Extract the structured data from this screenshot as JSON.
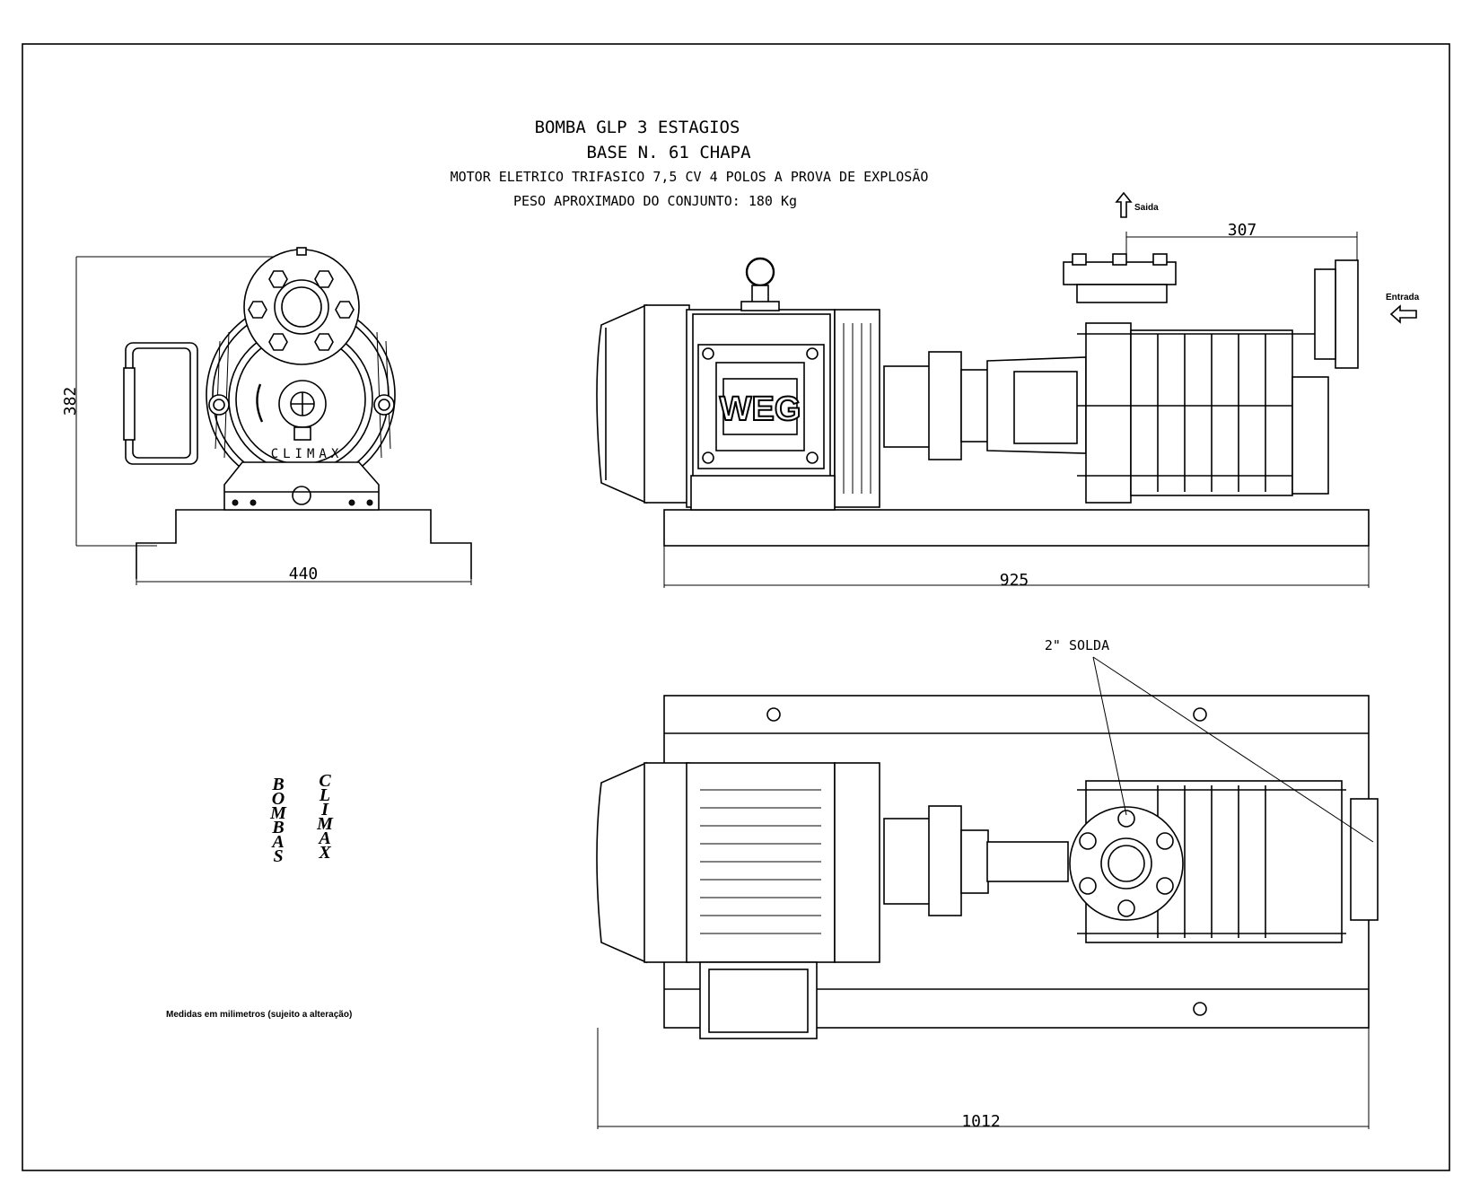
{
  "title": {
    "line1": "BOMBA GLP 3 ESTAGIOS",
    "line2": "BASE N. 61 CHAPA",
    "line3": "MOTOR ELETRICO TRIFASICO 7,5 CV 4 POLOS A PROVA DE EXPLOSÃO",
    "line4": "PESO APROXIMADO DO CONJUNTO:  180 Kg"
  },
  "front_view": {
    "height_dim": "382",
    "width_dim": "440",
    "pump_logo": "CLIMAX"
  },
  "side_view": {
    "length_dim": "925",
    "flange_dim": "307",
    "outlet_label": "Saida",
    "inlet_label": "Entrada",
    "motor_logo": "WEG"
  },
  "top_view": {
    "length_dim": "1012",
    "weld_label": "2\" SOLDA"
  },
  "brand": {
    "left_col": [
      "B",
      "O",
      "M",
      "B",
      "A",
      "S"
    ],
    "right_col": [
      "C",
      "L",
      "I",
      "M",
      "A",
      "X"
    ]
  },
  "note": "Medidas em milimetros (sujeito a alteração)"
}
